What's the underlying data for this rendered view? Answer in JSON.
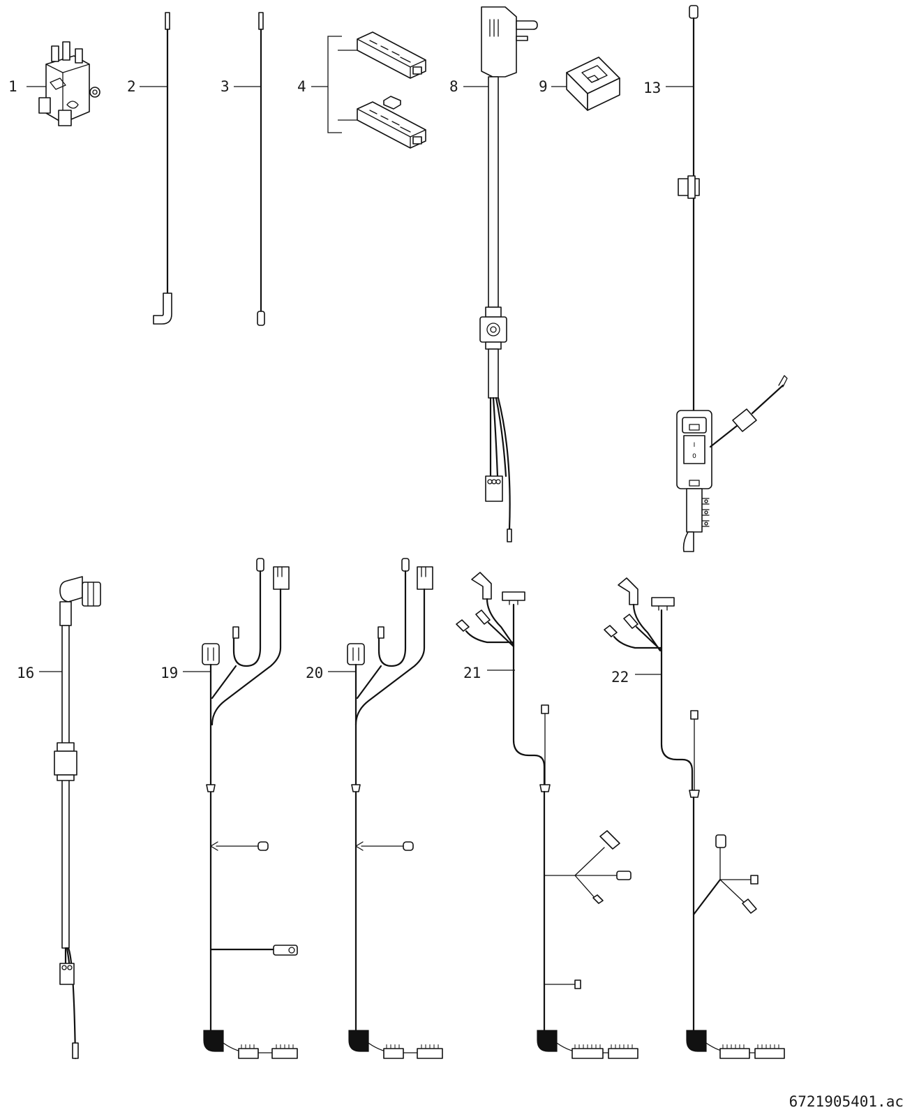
{
  "diagram": {
    "callouts": [
      {
        "id": "1",
        "label": "1"
      },
      {
        "id": "2",
        "label": "2"
      },
      {
        "id": "3",
        "label": "3"
      },
      {
        "id": "4",
        "label": "4"
      },
      {
        "id": "8",
        "label": "8"
      },
      {
        "id": "9",
        "label": "9"
      },
      {
        "id": "13",
        "label": "13"
      },
      {
        "id": "16",
        "label": "16"
      },
      {
        "id": "19",
        "label": "19"
      },
      {
        "id": "20",
        "label": "20"
      },
      {
        "id": "21",
        "label": "21"
      },
      {
        "id": "22",
        "label": "22"
      }
    ],
    "switch_markings": {
      "on": "I",
      "off": "0"
    },
    "drawing_reference": "6721905401.ac"
  }
}
